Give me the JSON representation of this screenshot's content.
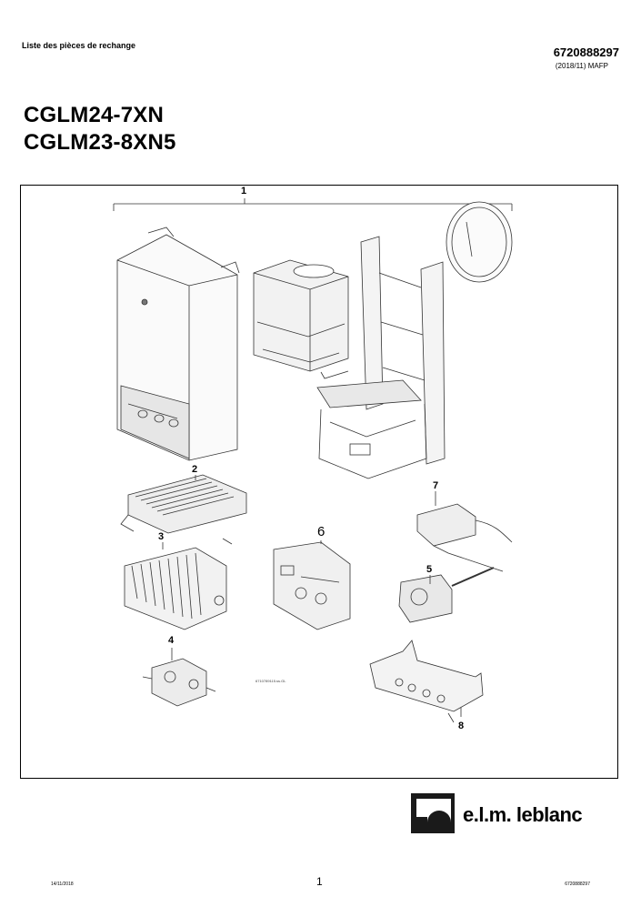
{
  "header": {
    "doc_type": "Liste des pièces de rechange",
    "doc_number": "6720888297",
    "revision": "(2018/11) MAFP"
  },
  "models": [
    "CGLM24-7XN",
    "CGLM23-8XN5"
  ],
  "diagram": {
    "callouts": [
      "1",
      "2",
      "3",
      "4",
      "5",
      "6",
      "7",
      "8"
    ],
    "drawing_ref": "6710789115.ss.GL"
  },
  "brand": {
    "name": "e.l.m. leblanc"
  },
  "footer": {
    "date": "14/11/2018",
    "page": "1",
    "doc_number": "6720888297"
  }
}
